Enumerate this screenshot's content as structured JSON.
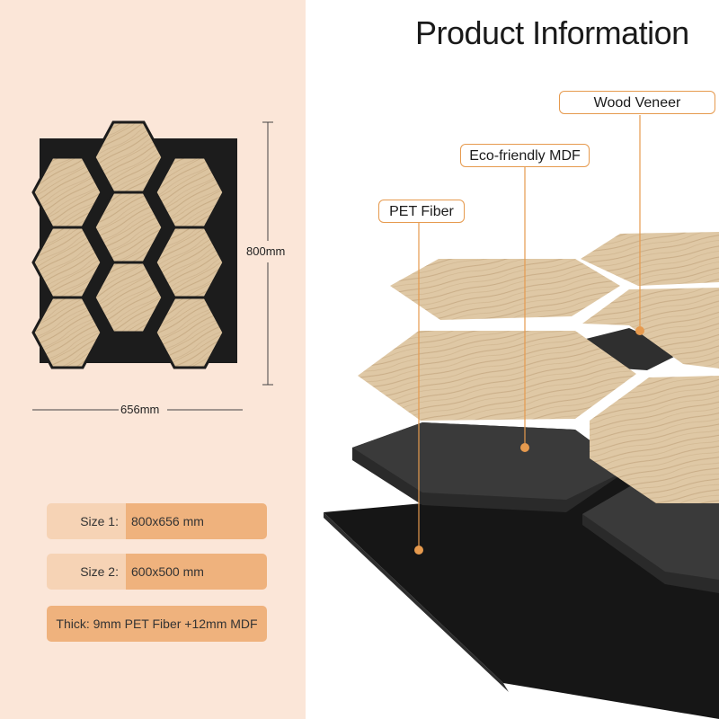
{
  "title": "Product Information",
  "dimensions": {
    "height": "800mm",
    "width": "656mm"
  },
  "layers": {
    "wood_veneer": "Wood Veneer",
    "mdf": "Eco-friendly MDF",
    "pet": "PET Fiber"
  },
  "specs": {
    "size1_label": "Size 1:",
    "size1_value": "800x656 mm",
    "size2_label": "Size 2:",
    "size2_value": "600x500 mm",
    "thickness": "Thick: 9mm PET Fiber +12mm MDF"
  },
  "colors": {
    "left_background": "#fbe6d8",
    "wood": "#dcc4a0",
    "accent": "#e69a4e",
    "panel_black": "#1c1c1c"
  }
}
